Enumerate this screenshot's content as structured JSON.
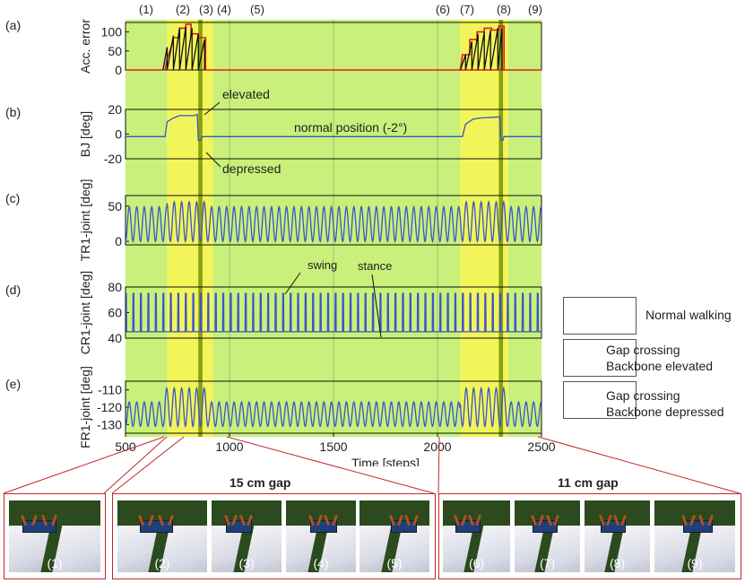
{
  "phase_labels": [
    "(1)",
    "(2)",
    "(3)",
    "(4)",
    "(5)",
    "(6)",
    "(7)",
    "(8)",
    "(9)"
  ],
  "panel_letters": [
    "(a)",
    "(b)",
    "(c)",
    "(d)",
    "(e)"
  ],
  "x_axis": {
    "label": "Time [steps]",
    "ticks": [
      "500",
      "1000",
      "1500",
      "2000",
      "2500"
    ]
  },
  "legend": [
    {
      "label_lines": [
        "Normal walking"
      ],
      "color": "#c8f07a"
    },
    {
      "label_lines": [
        "Gap crossing",
        "Backbone elevated"
      ],
      "color": "#f2f55a"
    },
    {
      "label_lines": [
        "Gap crossing",
        "Backbone depressed"
      ],
      "color": "#8aa010"
    }
  ],
  "annotations": {
    "elevated": "elevated",
    "depressed": "depressed",
    "normal_position": "normal position (-2°)",
    "swing": "swing",
    "stance": "stance"
  },
  "gap_titles": [
    "15 cm gap",
    "11 cm gap"
  ],
  "snapshot_labels": [
    "(1)",
    "(2)",
    "(3)",
    "(4)",
    "(5)",
    "(6)",
    "(7)",
    "(8)",
    "(9)"
  ],
  "chart_data": [
    {
      "type": "line",
      "panel": "(a)",
      "ylabel": "Acc. error",
      "y_ticks": [
        "100",
        "50",
        "0"
      ],
      "ylim": [
        0,
        125
      ],
      "xlim": [
        500,
        2500
      ],
      "shading": [
        {
          "kind": "normal",
          "x": [
            500,
            700
          ]
        },
        {
          "kind": "elevated",
          "x": [
            700,
            920
          ]
        },
        {
          "kind": "depressed",
          "x": [
            850,
            870
          ]
        },
        {
          "kind": "normal",
          "x": [
            920,
            2110
          ]
        },
        {
          "kind": "elevated",
          "x": [
            2110,
            2340
          ]
        },
        {
          "kind": "depressed",
          "x": [
            2295,
            2315
          ]
        },
        {
          "kind": "normal",
          "x": [
            2340,
            2500
          ]
        }
      ],
      "series": [
        {
          "color": "#e01f1f",
          "style": "red envelope",
          "points": [
            [
              500,
              0
            ],
            [
              650,
              0
            ],
            [
              690,
              0
            ],
            [
              700,
              30
            ],
            [
              720,
              60
            ],
            [
              730,
              85
            ],
            [
              760,
              85
            ],
            [
              760,
              110
            ],
            [
              790,
              110
            ],
            [
              790,
              120
            ],
            [
              815,
              120
            ],
            [
              815,
              95
            ],
            [
              850,
              95
            ],
            [
              850,
              85
            ],
            [
              885,
              85
            ],
            [
              885,
              0
            ],
            [
              2500,
              0
            ],
            [
              2110,
              0
            ],
            [
              2120,
              40
            ],
            [
              2155,
              40
            ],
            [
              2155,
              80
            ],
            [
              2190,
              80
            ],
            [
              2190,
              100
            ],
            [
              2225,
              100
            ],
            [
              2225,
              110
            ],
            [
              2260,
              110
            ],
            [
              2260,
              105
            ],
            [
              2295,
              105
            ],
            [
              2295,
              115
            ],
            [
              2320,
              115
            ],
            [
              2320,
              0
            ]
          ]
        },
        {
          "color": "#111111",
          "style": "sawtooth",
          "ramps": [
            [
              680,
              700,
              0,
              60
            ],
            [
              700,
              730,
              0,
              90
            ],
            [
              730,
              760,
              0,
              110
            ],
            [
              760,
              790,
              0,
              115
            ],
            [
              790,
              820,
              0,
              110
            ],
            [
              820,
              850,
              0,
              95
            ],
            [
              850,
              880,
              0,
              80
            ],
            [
              2110,
              2135,
              0,
              40
            ],
            [
              2135,
              2165,
              0,
              75
            ],
            [
              2165,
              2195,
              0,
              95
            ],
            [
              2195,
              2225,
              0,
              100
            ],
            [
              2225,
              2255,
              0,
              105
            ],
            [
              2255,
              2290,
              0,
              110
            ],
            [
              2290,
              2310,
              0,
              110
            ]
          ]
        }
      ]
    },
    {
      "type": "line",
      "panel": "(b)",
      "ylabel": "BJ [deg]",
      "y_ticks": [
        "20",
        "0",
        "-20"
      ],
      "ylim": [
        -20,
        20
      ],
      "xlim": [
        500,
        2500
      ],
      "series": [
        {
          "color": "#3a55c9",
          "points": [
            [
              500,
              -2
            ],
            [
              690,
              -2
            ],
            [
              700,
              10
            ],
            [
              730,
              13
            ],
            [
              760,
              15
            ],
            [
              830,
              15
            ],
            [
              845,
              16
            ],
            [
              850,
              -5
            ],
            [
              862,
              -5
            ],
            [
              870,
              -2
            ],
            [
              2120,
              -2
            ],
            [
              2135,
              8
            ],
            [
              2170,
              12
            ],
            [
              2200,
              13
            ],
            [
              2300,
              14
            ],
            [
              2305,
              -5
            ],
            [
              2315,
              -5
            ],
            [
              2320,
              -2
            ],
            [
              2500,
              -2
            ]
          ]
        }
      ]
    },
    {
      "type": "line",
      "panel": "(c)",
      "ylabel": "TR1-joint [deg]",
      "y_ticks": [
        "50",
        "0"
      ],
      "ylim": [
        -5,
        65
      ],
      "xlim": [
        500,
        2500
      ],
      "series": [
        {
          "color": "#3a55c9",
          "style": "oscillation",
          "period": 36,
          "baseline": 0,
          "amplitude": 49,
          "amplitude_boost": [
            [
              700,
              900,
              56
            ],
            [
              2110,
              2330,
              56
            ]
          ]
        }
      ]
    },
    {
      "type": "line",
      "panel": "(d)",
      "ylabel": "CR1-joint [deg]",
      "y_ticks": [
        "80",
        "60",
        "40"
      ],
      "ylim": [
        40,
        80
      ],
      "xlim": [
        500,
        2500
      ],
      "series": [
        {
          "color": "#3a55c9",
          "style": "pulses",
          "period": 36,
          "baseline": 45,
          "peak": 75
        }
      ]
    },
    {
      "type": "line",
      "panel": "(e)",
      "ylabel": "FR1-joint [deg]",
      "y_ticks": [
        "-110",
        "-120",
        "-130"
      ],
      "ylim": [
        -135,
        -105
      ],
      "xlim": [
        500,
        2500
      ],
      "series": [
        {
          "color": "#3a55c9",
          "style": "oscillation",
          "period": 36,
          "baseline": -131,
          "amplitude": 14,
          "amplitude_boost": [
            [
              690,
              900,
              22
            ],
            [
              2110,
              2330,
              22
            ]
          ]
        }
      ]
    }
  ]
}
